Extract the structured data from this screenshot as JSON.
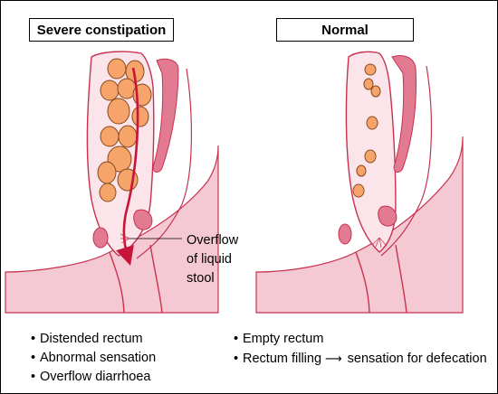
{
  "left_panel": {
    "title": "Severe constipation",
    "callout": [
      "Overflow",
      "of liquid",
      "stool"
    ],
    "bullets": [
      "Distended rectum",
      "Abnormal sensation",
      "Overflow diarrhoea"
    ]
  },
  "right_panel": {
    "title": "Normal",
    "bullets": {
      "first": "Empty rectum",
      "second_start": "Rectum filling",
      "second_end": "sensation for defecation"
    }
  },
  "colors": {
    "tissue": "#f4c9d3",
    "lining": "#fbe4ea",
    "outline": "#c8324e",
    "stool": "#f7a46b",
    "arrow": "#c8153a"
  }
}
